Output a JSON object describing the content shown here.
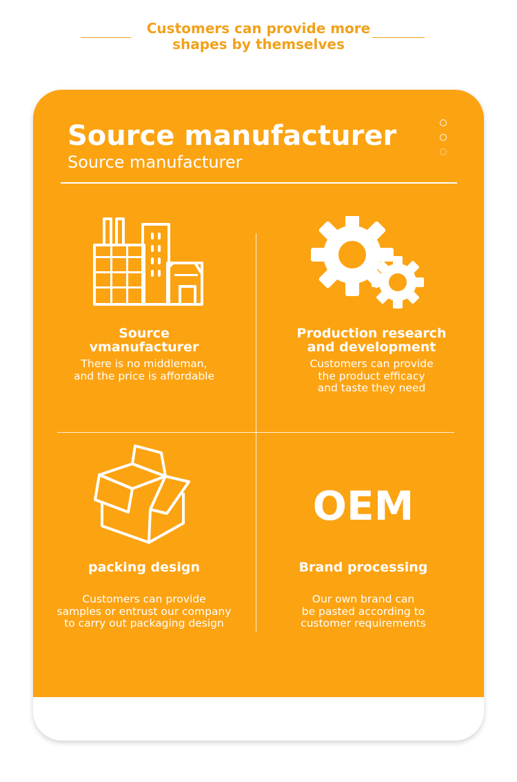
{
  "header": {
    "line1": "Customers can provide more",
    "line2": "shapes by themselves"
  },
  "card": {
    "title": "Source manufacturer",
    "subtitle": "Source manufacturer"
  },
  "features": [
    {
      "title_line1": "Source",
      "title_line2": "vmanufacturer",
      "desc_line1": "There is no middleman,",
      "desc_line2": "and the price is affordable",
      "icon": "factory-icon"
    },
    {
      "title_line1": "Production research",
      "title_line2": "and development",
      "desc_line1": "Customers can provide",
      "desc_line2": "the product efficacy",
      "desc_line3": "and taste they need",
      "icon": "gears-icon"
    },
    {
      "title_line1": "packing design",
      "desc_line1": "Customers can provide",
      "desc_line2": "samples or entrust our company",
      "desc_line3": "to carry out packaging design",
      "icon": "open-box-icon"
    },
    {
      "icon_text": "OEM",
      "title_line1": "Brand processing",
      "desc_line1": "Our own brand can",
      "desc_line2": "be pasted according to",
      "desc_line3": "customer requirements"
    }
  ],
  "colors": {
    "accent": "#fca312",
    "heading": "#f2a11a",
    "text_on_accent": "#ffffff"
  }
}
